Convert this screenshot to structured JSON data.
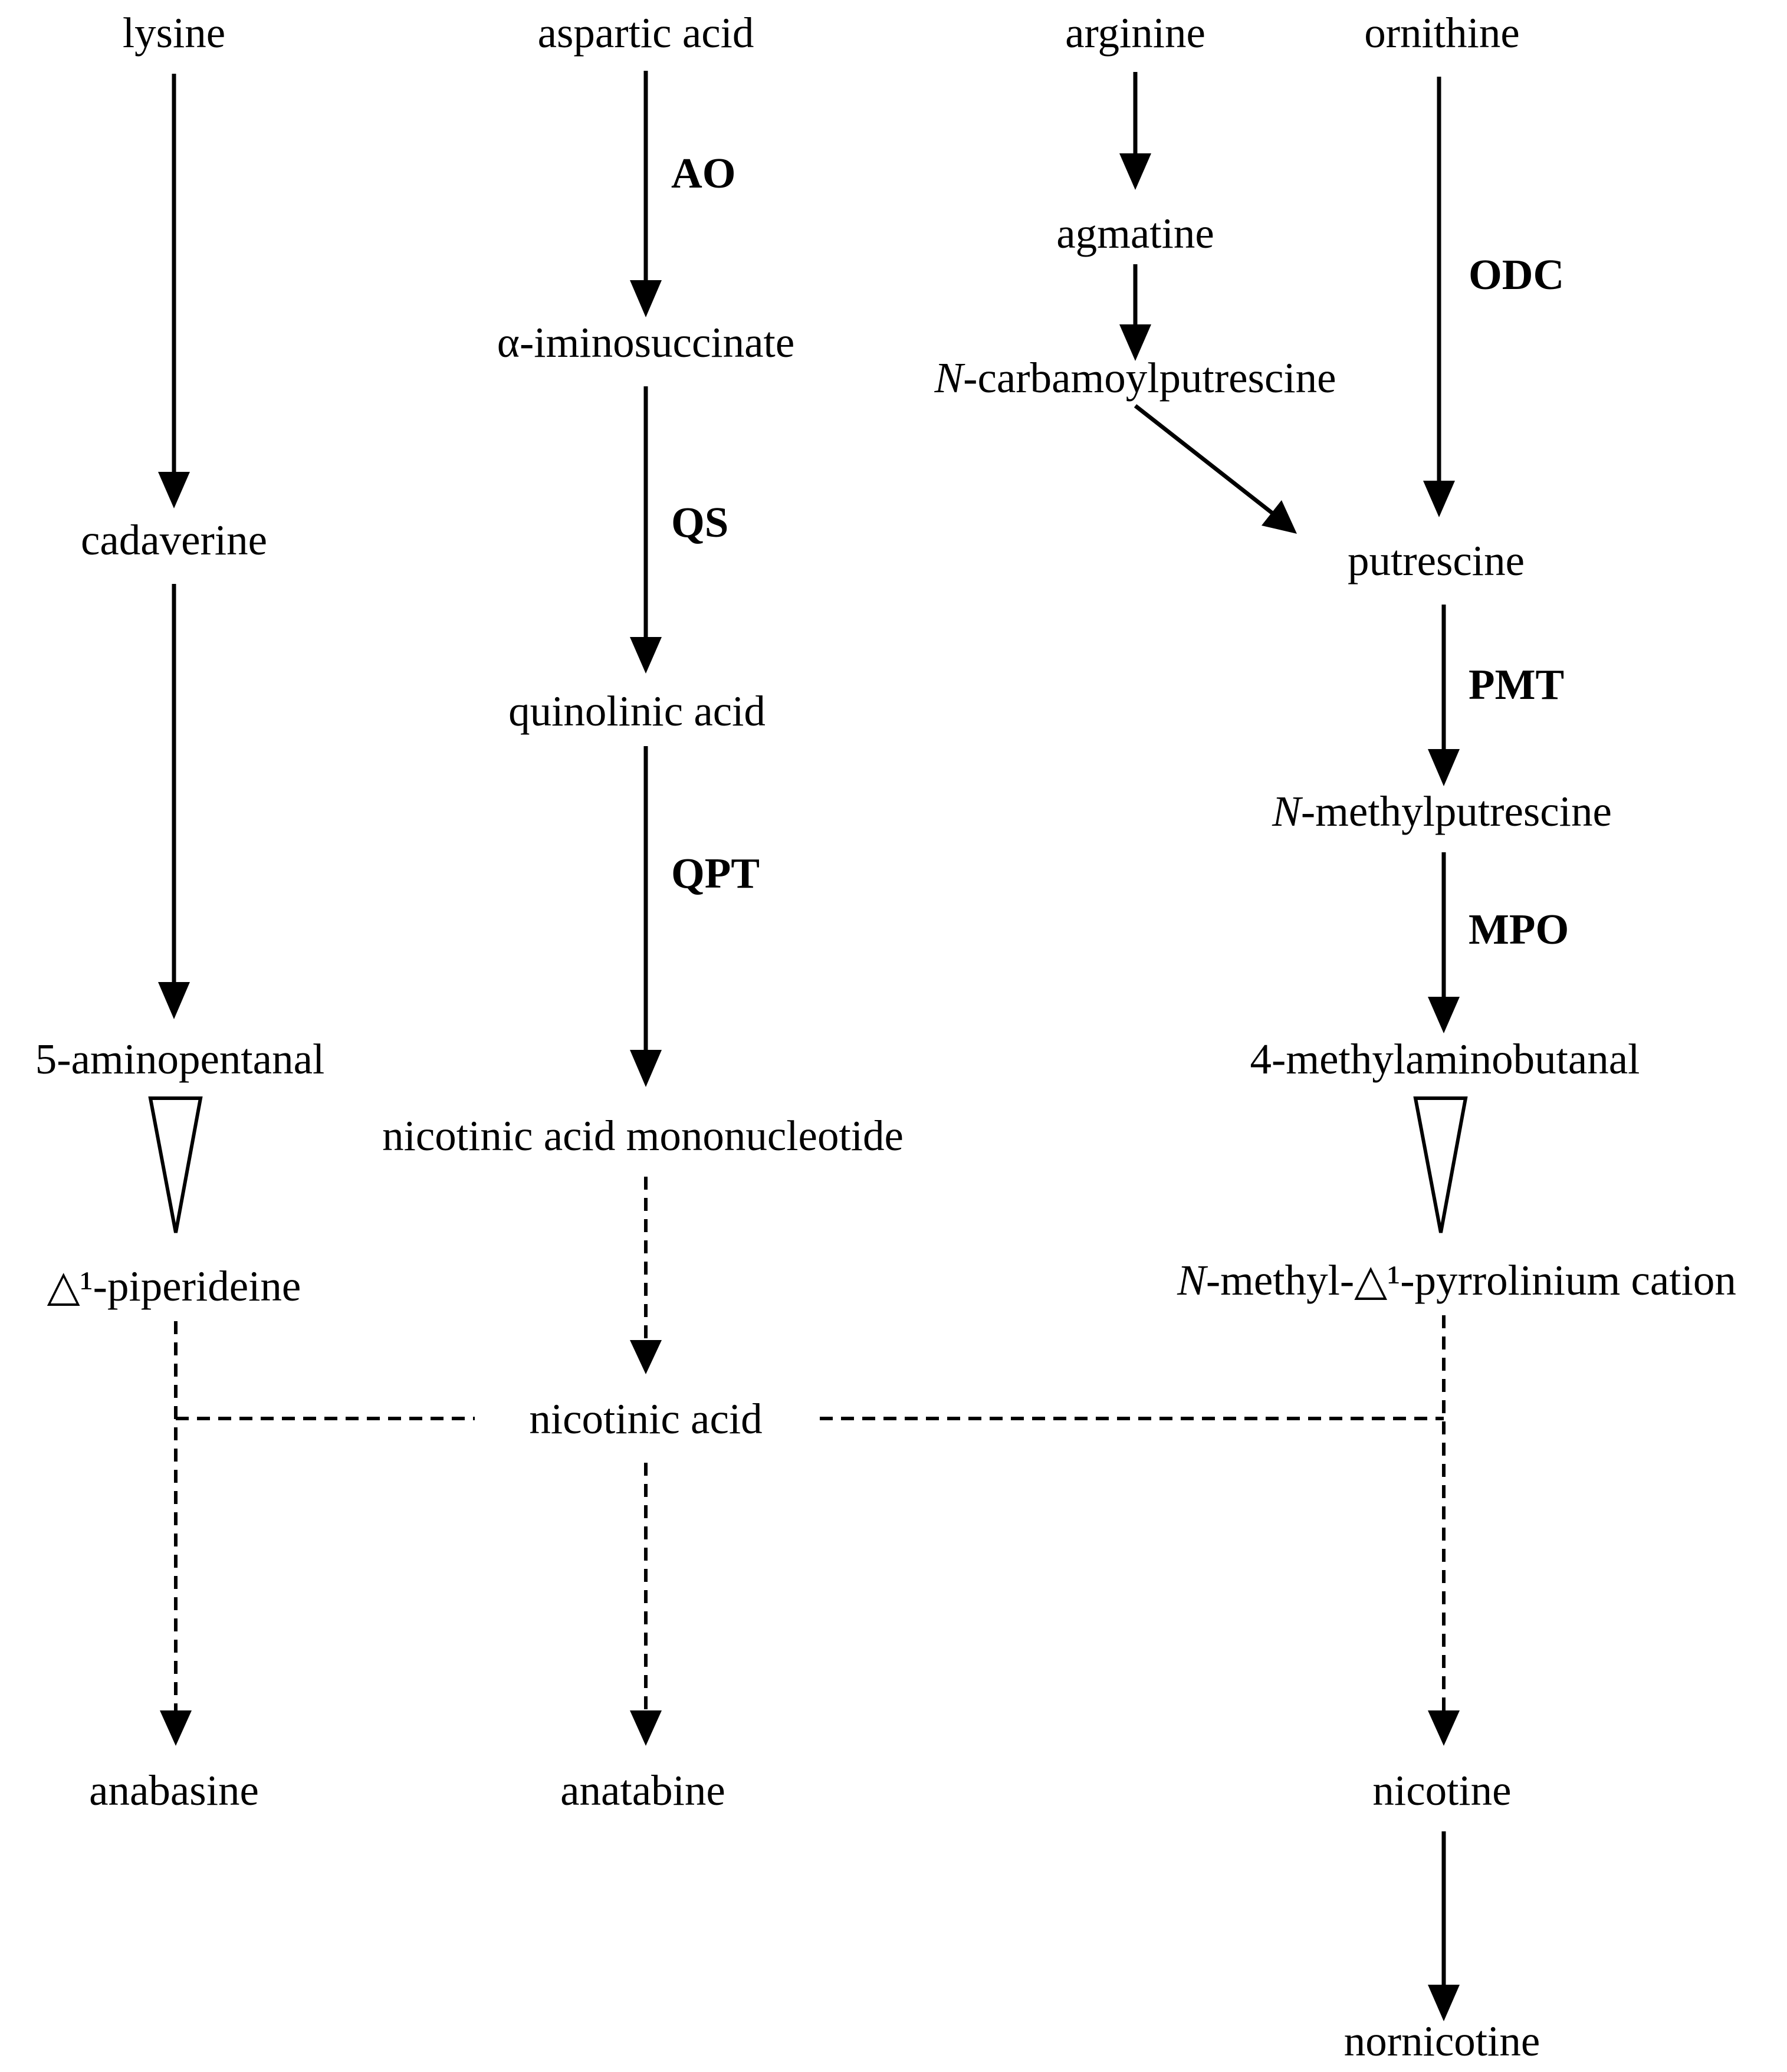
{
  "nodes": {
    "lysine": "lysine",
    "aspartic_acid": "aspartic acid",
    "arginine": "arginine",
    "ornithine": "ornithine",
    "agmatine": "agmatine",
    "alpha_iminosuccinate": "α-iminosuccinate",
    "n_carbamoylputrescine_prefix": "N",
    "n_carbamoylputrescine_rest": "-carbamoylputrescine",
    "cadaverine": "cadaverine",
    "putrescine": "putrescine",
    "quinolinic_acid": "quinolinic acid",
    "n_methylputrescine_prefix": "N",
    "n_methylputrescine_rest": "-methylputrescine",
    "aminopentanal": "5-aminopentanal",
    "methylaminobutanal": "4-methylaminobutanal",
    "namn": "nicotinic acid mononucleotide",
    "piperideine": "△¹-piperideine",
    "pyrrolinium_prefix": "N",
    "pyrrolinium_rest": "-methyl-△¹-pyrrolinium cation",
    "nicotinic_acid": "nicotinic acid",
    "anabasine": "anabasine",
    "anatabine": "anatabine",
    "nicotine": "nicotine",
    "nornicotine": "nornicotine"
  },
  "enzymes": {
    "ao": "AO",
    "qs": "QS",
    "qpt": "QPT",
    "odc": "ODC",
    "pmt": "PMT",
    "mpo": "MPO"
  }
}
